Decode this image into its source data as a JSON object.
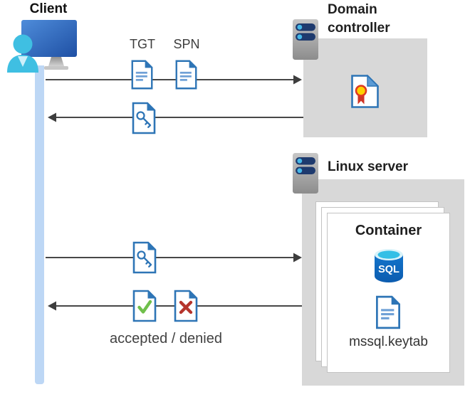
{
  "diagram": {
    "client": {
      "label": "Client"
    },
    "exchange_top": {
      "tgt_label": "TGT",
      "spn_label": "SPN"
    },
    "domain_controller": {
      "label": "Domain controller"
    },
    "linux_server": {
      "label": "Linux server"
    },
    "container": {
      "label": "Container",
      "sql_label": "SQL",
      "keytab_label": "mssql.keytab"
    },
    "exchange_bottom": {
      "result_label": "accepted / denied"
    }
  },
  "icons": {
    "client": "monitor-with-user-icon",
    "servers": "server-rack-icon",
    "tickets": "document-icon, key-ticket-document-icon",
    "domain_controller_content": "certificate-icon",
    "container_content": "sql-database-icon, keytab-document-icon",
    "results": "check-document-icon, x-document-icon"
  },
  "colors": {
    "doc_blue": "#2e75b6",
    "doc_line_blue": "#6fa0d6",
    "fold_light_blue": "#5b9bd5",
    "accept_green": "#6fbf4b",
    "deny_red": "#b5342c",
    "cert_gold": "#ffd100",
    "cert_red": "#df3a22",
    "server_navy": "#1e3a6e",
    "server_dot_cyan": "#45b8e8",
    "sql_blue": "#0f6cbd",
    "sql_top_cyan": "#33bfe6",
    "box_gray": "#d8d8d8",
    "lifeline_blue": "#bdd7f5",
    "arrow_gray": "#474747",
    "person_cyan": "#3fbfe2"
  }
}
